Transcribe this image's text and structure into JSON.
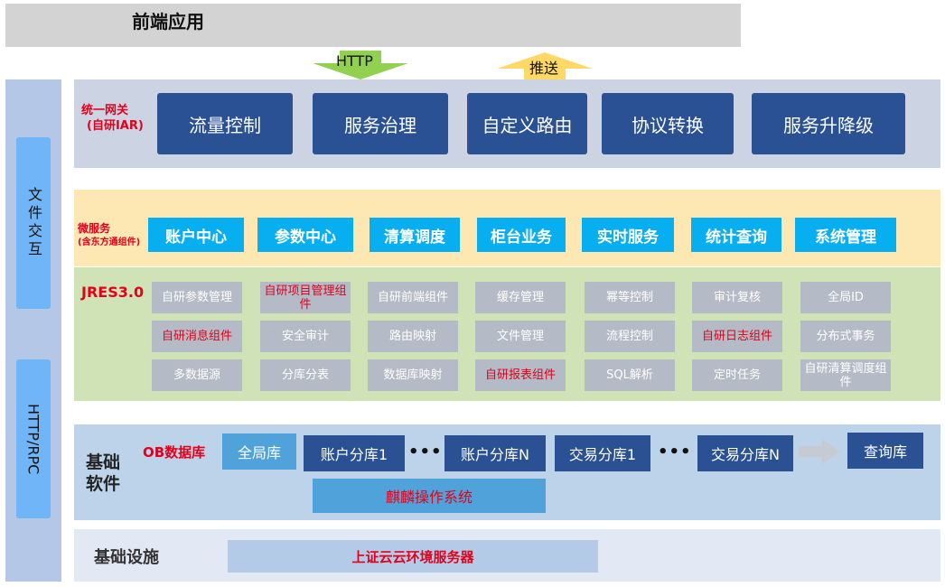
{
  "frontend": {
    "title": "前端应用"
  },
  "arrows": {
    "http": "HTTP",
    "push": "推送"
  },
  "side": {
    "file": "文件交互",
    "http_rpc": "HTTP/RPC"
  },
  "gateway": {
    "label_line1": "统一网关",
    "label_line2": "(自研IAR)",
    "items": [
      "流量控制",
      "服务治理",
      "自定义路由",
      "协议转换",
      "服务升降级"
    ]
  },
  "microservices": {
    "label_line1": "微服务",
    "label_line2": "(含东方通组件)",
    "items": [
      "账户中心",
      "参数中心",
      "清算调度",
      "柜台业务",
      "实时服务",
      "统计查询",
      "系统管理"
    ]
  },
  "jres": {
    "label": "JRES3.0",
    "rows": [
      [
        "自研参数管理",
        "自研项目管理组件",
        "自研前端组件",
        "缓存管理",
        "幂等控制",
        "审计复核",
        "全局ID"
      ],
      [
        "自研消息组件",
        "安全审计",
        "路由映射",
        "文件管理",
        "流程控制",
        "自研日志组件",
        "分布式事务"
      ],
      [
        "多数据源",
        "分库分表",
        "数据库映射",
        "自研报表组件",
        "SQL解析",
        "定时任务",
        "自研清算调度组件"
      ]
    ]
  },
  "base_software": {
    "title_line1": "基础",
    "title_line2": "软件",
    "ob_label": "OB数据库",
    "global_db": "全局库",
    "account_shard_1": "账户分库1",
    "account_shard_n": "账户分库N",
    "trade_shard_1": "交易分库1",
    "trade_shard_n": "交易分库N",
    "query_db": "查询库",
    "ellipsis": "•••",
    "os": "麒麟操作系统"
  },
  "infrastructure": {
    "title": "基础设施",
    "server": "上证云云环境服务器"
  },
  "colors": {
    "dark_blue": "#2a5193",
    "cyan": "#07aff0",
    "red": "#e2001a",
    "arrow_green": "#92d050",
    "arrow_yellow": "#ffd966"
  }
}
